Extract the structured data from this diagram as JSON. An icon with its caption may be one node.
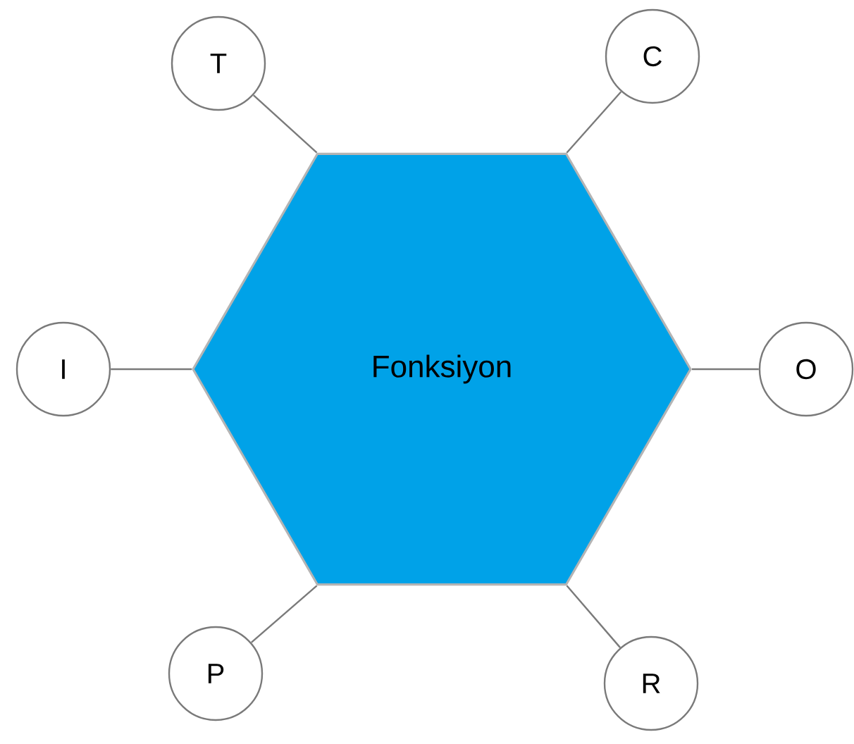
{
  "diagram": {
    "nodes": [
      {
        "text": [
          "Fonksiyon"
        ]
      },
      {
        "text": [
          "T"
        ]
      },
      {
        "text": [
          "C"
        ]
      },
      {
        "text": [
          "I"
        ]
      },
      {
        "text": [
          "O"
        ]
      },
      {
        "text": [
          "P"
        ]
      },
      {
        "text": [
          "R"
        ]
      }
    ],
    "edges": [
      {
        "from": 0,
        "to": 1,
        "arrow": "none"
      },
      {
        "from": 0,
        "to": 2,
        "arrow": "none"
      },
      {
        "from": 0,
        "to": 3,
        "arrow": "none"
      },
      {
        "from": 0,
        "to": 4,
        "arrow": "none"
      },
      {
        "from": 0,
        "to": 5,
        "arrow": "none"
      },
      {
        "from": 0,
        "to": 6,
        "arrow": "none"
      }
    ]
  }
}
